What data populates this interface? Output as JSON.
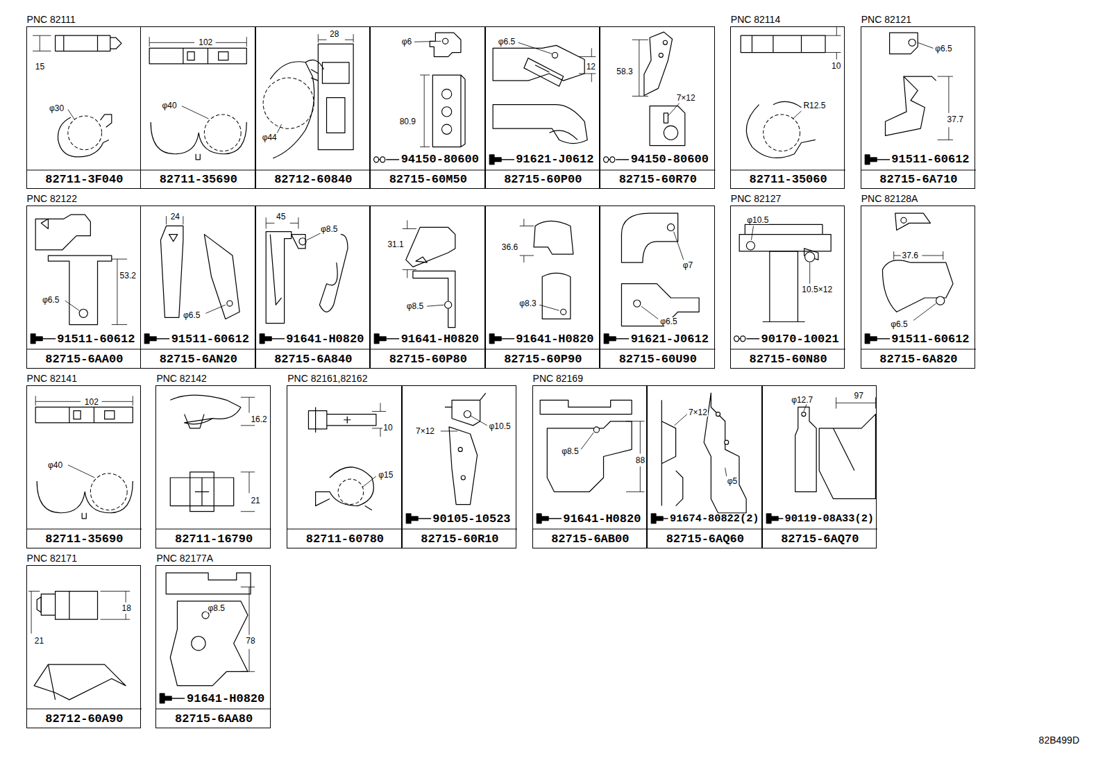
{
  "diagram": {
    "nodes": [
      {
        "text": [
          "PNC 82111"
        ]
      },
      {
        "text": [
          "15",
          "φ30",
          "82711-3F040"
        ],
        "in": 0
      },
      {
        "text": [
          "102",
          "φ40",
          "82711-35690"
        ],
        "in": 0
      },
      {
        "text": [
          "28",
          "φ44",
          "82712-60840"
        ],
        "in": 0
      },
      {
        "text": [
          "φ6",
          "80.9",
          "94150-80600",
          "82715-60M50"
        ],
        "in": 0
      },
      {
        "text": [
          "φ6.5",
          "12",
          "91621-J0612",
          "82715-60P00"
        ],
        "in": 0
      },
      {
        "text": [
          "58.3",
          "7×12",
          "94150-80600",
          "82715-60R70"
        ],
        "in": 0
      },
      {
        "text": [
          "PNC 82114"
        ]
      },
      {
        "text": [
          "10",
          "R12.5",
          "82711-35060"
        ],
        "in": 7
      },
      {
        "text": [
          "PNC 82121"
        ]
      },
      {
        "text": [
          "φ6.5",
          "37.7",
          "91511-60612",
          "82715-6A710"
        ],
        "in": 9
      },
      {
        "text": [
          "PNC 82122"
        ]
      },
      {
        "text": [
          "φ6.5",
          "53.2",
          "91511-60612",
          "82715-6AA00"
        ],
        "in": 11
      },
      {
        "text": [
          "24",
          "φ6.5",
          "91511-60612",
          "82715-6AN20"
        ],
        "in": 11
      },
      {
        "text": [
          "45",
          "φ8.5",
          "91641-H0820",
          "82715-6A840"
        ],
        "in": 11
      },
      {
        "text": [
          "31.1",
          "φ8.5",
          "91641-H0820",
          "82715-60P80"
        ],
        "in": 11
      },
      {
        "text": [
          "36.6",
          "φ8.3",
          "91641-H0820",
          "82715-60P90"
        ],
        "in": 11
      },
      {
        "text": [
          "φ7",
          "φ6.5",
          "91621-J0612",
          "82715-60U90"
        ],
        "in": 11
      },
      {
        "text": [
          "PNC 82127"
        ]
      },
      {
        "text": [
          "φ10.5",
          "10.5×12",
          "90170-10021",
          "82715-60N80"
        ],
        "in": 18
      },
      {
        "text": [
          "PNC 82128A"
        ]
      },
      {
        "text": [
          "37.6",
          "φ6.5",
          "91511-60612",
          "82715-6A820"
        ],
        "in": 20
      },
      {
        "text": [
          "PNC 82141"
        ]
      },
      {
        "text": [
          "102",
          "φ40",
          "82711-35690"
        ],
        "in": 22
      },
      {
        "text": [
          "PNC 82142"
        ]
      },
      {
        "text": [
          "16.2",
          "21",
          "82711-16790"
        ],
        "in": 24
      },
      {
        "text": [
          "PNC 82161,82162"
        ]
      },
      {
        "text": [
          "10",
          "φ15",
          "82711-60780"
        ],
        "in": 26
      },
      {
        "text": [
          "7×12",
          "φ10.5",
          "90105-10523",
          "82715-60R10"
        ],
        "in": 26
      },
      {
        "text": [
          "PNC 82169"
        ]
      },
      {
        "text": [
          "φ8.5",
          "88",
          "91641-H0820",
          "82715-6AB00"
        ],
        "in": 29
      },
      {
        "text": [
          "7×12",
          "φ5",
          "91674-80822(2)",
          "82715-6AQ60"
        ],
        "in": 29
      },
      {
        "text": [
          "φ12.7",
          "97",
          "90119-08A33(2)",
          "82715-6AQ70"
        ],
        "in": 29
      },
      {
        "text": [
          "PNC 82171"
        ]
      },
      {
        "text": [
          "18",
          "21",
          "82712-60A90"
        ],
        "in": 33
      },
      {
        "text": [
          "PNC 82177A"
        ]
      },
      {
        "text": [
          "φ8.5",
          "78",
          "91641-H0820",
          "82715-6AA80"
        ],
        "in": 35
      }
    ],
    "labels": [
      "82B499D"
    ]
  }
}
